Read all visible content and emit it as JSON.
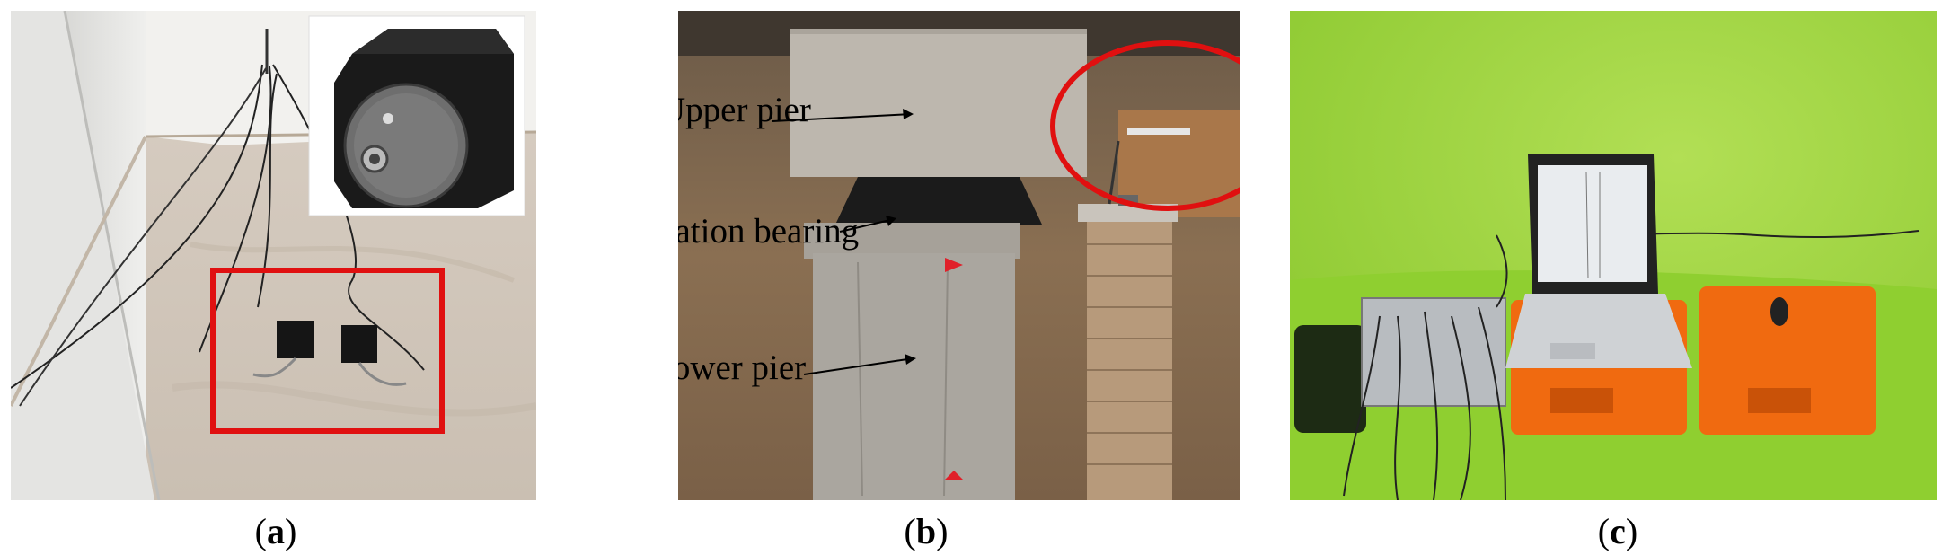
{
  "captions": {
    "a": {
      "open": "(",
      "letter": "a",
      "close": ")"
    },
    "b": {
      "open": "(",
      "letter": "b",
      "close": ")"
    },
    "c": {
      "open": "(",
      "letter": "c",
      "close": ")"
    }
  },
  "panel_b": {
    "labels": {
      "upper_pier": "Upper pier",
      "isolation_bearing": "Isolation bearing",
      "lower_pier": "Lower pier"
    }
  },
  "colors": {
    "highlight": "#e01010",
    "green_backdrop": "#8fd02a",
    "case_orange": "#f06a10"
  }
}
